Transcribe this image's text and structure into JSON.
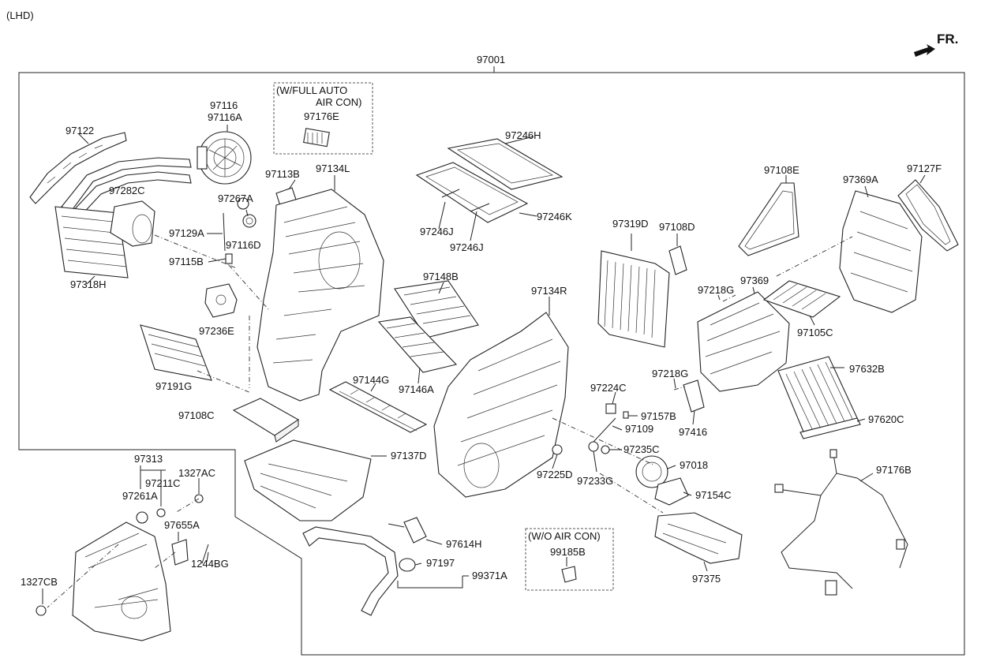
{
  "header": {
    "variant": "(LHD)",
    "front_indicator": "FR.",
    "assembly_number": "97001"
  },
  "callouts": {
    "c97122": "97122",
    "c97116": "97116",
    "c97116A": "97116A",
    "c97176E": "97176E",
    "c97113B": "97113B",
    "c97134L": "97134L",
    "c97282C": "97282C",
    "c97267A": "97267A",
    "c97129A": "97129A",
    "c97116D": "97116D",
    "c97115B": "97115B",
    "c97318H": "97318H",
    "c97236E": "97236E",
    "c97191G": "97191G",
    "c97108C": "97108C",
    "c97246H": "97246H",
    "c97246K": "97246K",
    "c97246J_1": "97246J",
    "c97246J_2": "97246J",
    "c97148B": "97148B",
    "c97134R": "97134R",
    "c97146A": "97146A",
    "c97144G": "97144G",
    "c97137D": "97137D",
    "c97225D": "97225D",
    "c97233G": "97233G",
    "c97224C": "97224C",
    "c97157B": "97157B",
    "c97109": "97109",
    "c97235C": "97235C",
    "c97018": "97018",
    "c97154C": "97154C",
    "c97375": "97375",
    "c97614H": "97614H",
    "c97197": "97197",
    "c99371A": "99371A",
    "c99185B": "99185B",
    "c97319D": "97319D",
    "c97108D": "97108D",
    "c97108E": "97108E",
    "c97369A": "97369A",
    "c97127F": "97127F",
    "c97218G_1": "97218G",
    "c97218G_2": "97218G",
    "c97369": "97369",
    "c97105C": "97105C",
    "c97632B": "97632B",
    "c97620C": "97620C",
    "c97416": "97416",
    "c97176B": "97176B",
    "c97313": "97313",
    "c97211C": "97211C",
    "c97261A": "97261A",
    "c1327AC": "1327AC",
    "c97655A": "97655A",
    "c1244BG": "1244BG",
    "c1327CB": "1327CB"
  },
  "notes": {
    "full_auto_line1": "(W/FULL AUTO",
    "full_auto_line2": "AIR CON)",
    "wo_air_con": "(W/O AIR CON)"
  }
}
